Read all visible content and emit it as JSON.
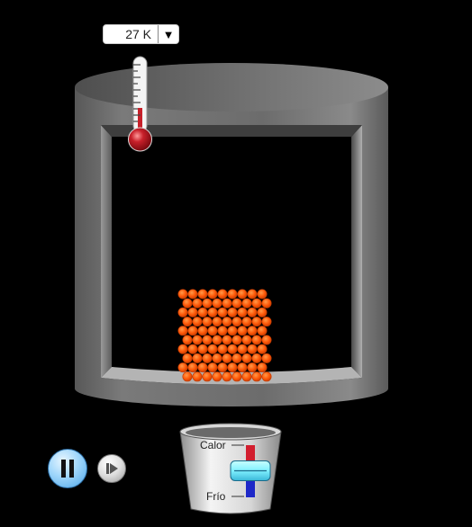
{
  "temperature": {
    "value": "27 K",
    "arrow": "▼"
  },
  "controls": {
    "pause_icon": "pause-icon",
    "step_icon": "step-forward-icon"
  },
  "heater": {
    "heat_label": "Calor",
    "cold_label": "Frío",
    "slider_level": 0.5
  },
  "colors": {
    "particle": "#ff5a0a",
    "particle_edge": "#c43a00",
    "container": "#6a6a6a",
    "accent_blue": "#5fb4ee",
    "heat_red": "#d21e2e",
    "cold_blue": "#1e28c8",
    "handle": "#7ff0ff"
  }
}
